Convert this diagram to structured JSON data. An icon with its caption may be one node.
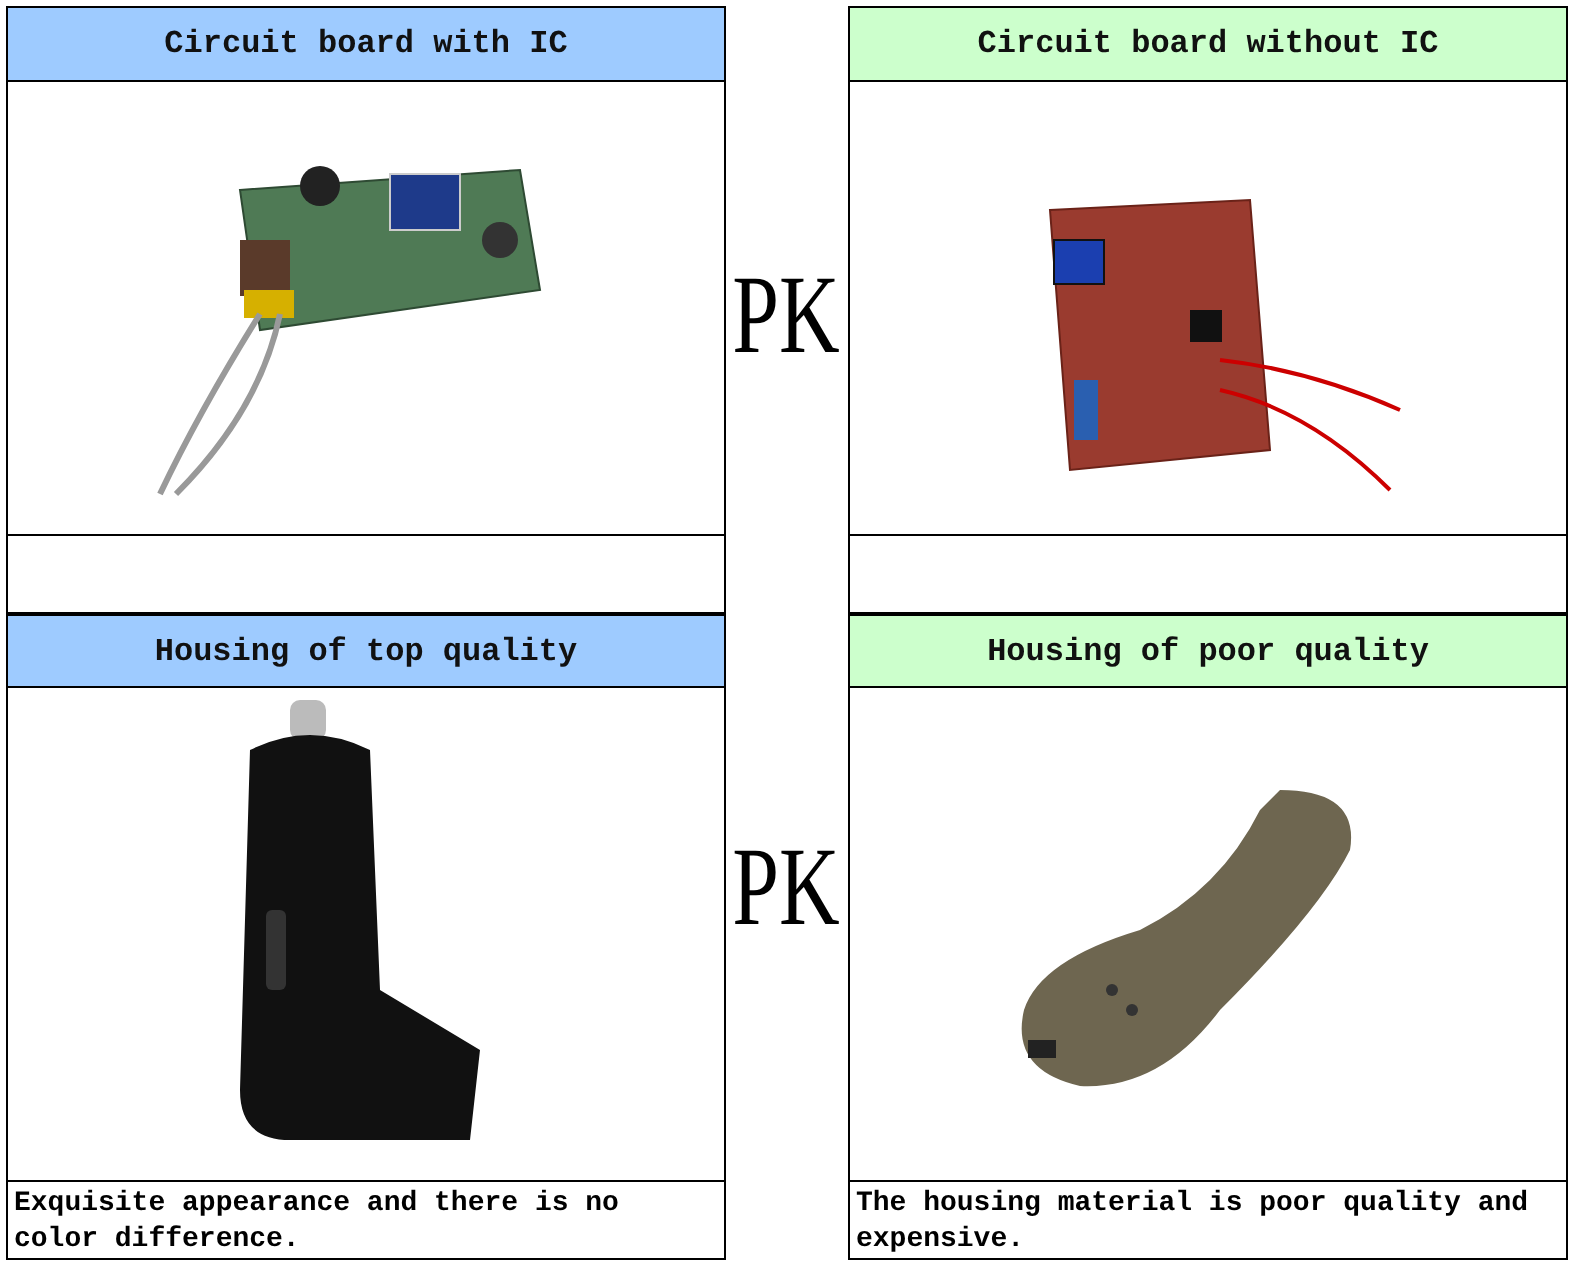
{
  "diagram": {
    "labels": [
      "Circuit board with IC",
      "Circuit board without IC",
      "PK",
      "Housing of top quality",
      "Housing of poor quality",
      "PK",
      "Exquisite appearance and there is no color difference.",
      "The housing material is poor quality and expensive."
    ]
  }
}
